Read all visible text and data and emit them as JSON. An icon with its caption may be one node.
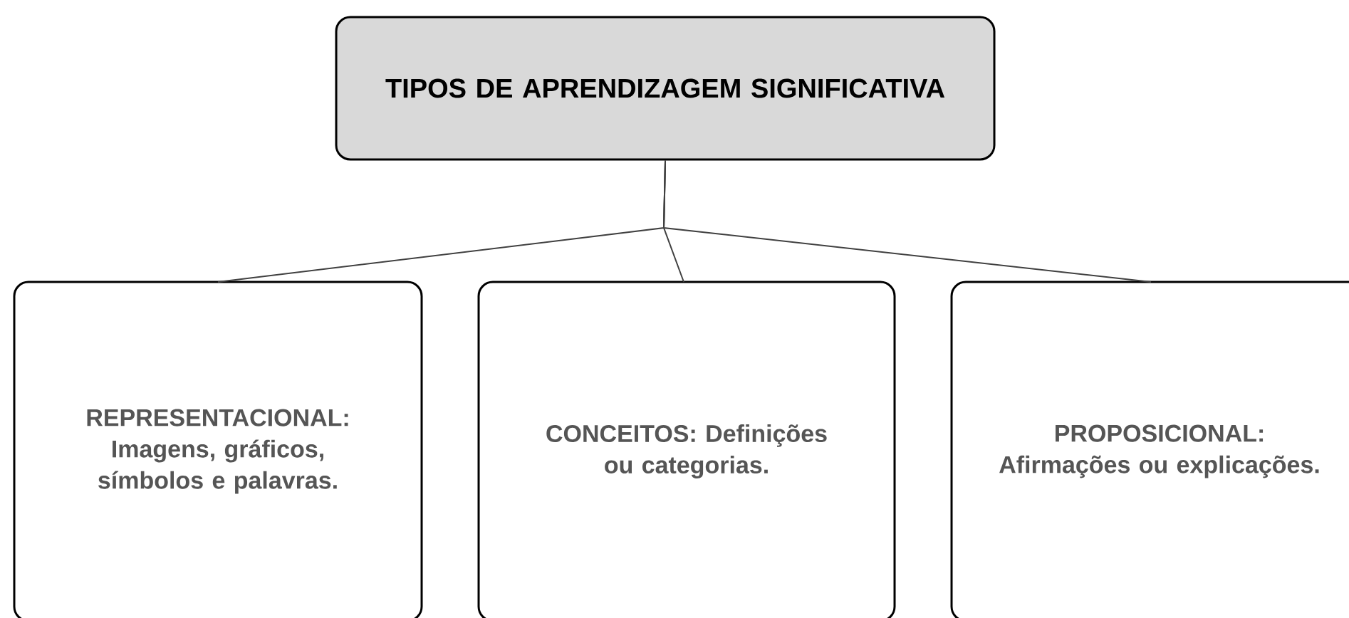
{
  "diagram": {
    "nodes": [
      {
        "text": [
          "TIPOS DE APRENDIZAGEM SIGNIFICATIVA"
        ]
      },
      {
        "text": [
          "REPRESENTACIONAL: Imagens, gráficos, símbolos e palavras."
        ]
      },
      {
        "text": [
          "CONCEITOS: Definições ou categorias."
        ]
      },
      {
        "text": [
          "PROPOSICIONAL: Afirmações ou explicações."
        ]
      }
    ],
    "edges": [
      {
        "from": 0,
        "to": 1,
        "arrow": "none"
      },
      {
        "from": 0,
        "to": 2,
        "arrow": "none"
      },
      {
        "from": 0,
        "to": 3,
        "arrow": "none"
      }
    ]
  }
}
